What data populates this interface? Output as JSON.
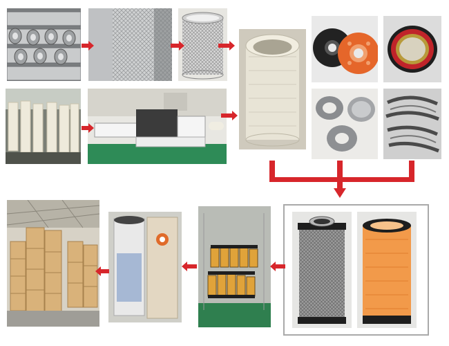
{
  "colors": {
    "arrow": "#d7262b",
    "frame": "#a9a9a9",
    "paper": "#e8e4d6",
    "mesh": "#bdbdbd",
    "cap_orange": "#e5662a",
    "cap_black": "#222222",
    "filter_orange": "#f29a4a",
    "carton": "#d9b27a",
    "floor": "#2e8b57"
  },
  "images": [
    {
      "id": "metal-rolls",
      "icon": "metal-mesh-rolls"
    },
    {
      "id": "expanded-metal-sheet",
      "icon": "mesh-sheet"
    },
    {
      "id": "mesh-tube",
      "icon": "mesh-cylinder"
    },
    {
      "id": "paper-filter-element",
      "icon": "filter-cylinder-paper"
    },
    {
      "id": "end-caps-plastic",
      "icon": "end-caps-black-orange"
    },
    {
      "id": "seal-ring",
      "icon": "rubber-seal-ring"
    },
    {
      "id": "paper-stock",
      "icon": "paper-rolls"
    },
    {
      "id": "pleating-machine",
      "icon": "pleating-machine"
    },
    {
      "id": "metal-end-caps",
      "icon": "metal-end-caps"
    },
    {
      "id": "rubber-gasket-strips",
      "icon": "rubber-gaskets"
    },
    {
      "id": "finished-mesh-filter",
      "icon": "finished-filter-grey"
    },
    {
      "id": "finished-orange-filter",
      "icon": "finished-filter-orange"
    },
    {
      "id": "curing-rack",
      "icon": "filter-rack"
    },
    {
      "id": "packaged-filter",
      "icon": "filter-with-box"
    },
    {
      "id": "warehouse",
      "icon": "warehouse-boxes"
    }
  ]
}
